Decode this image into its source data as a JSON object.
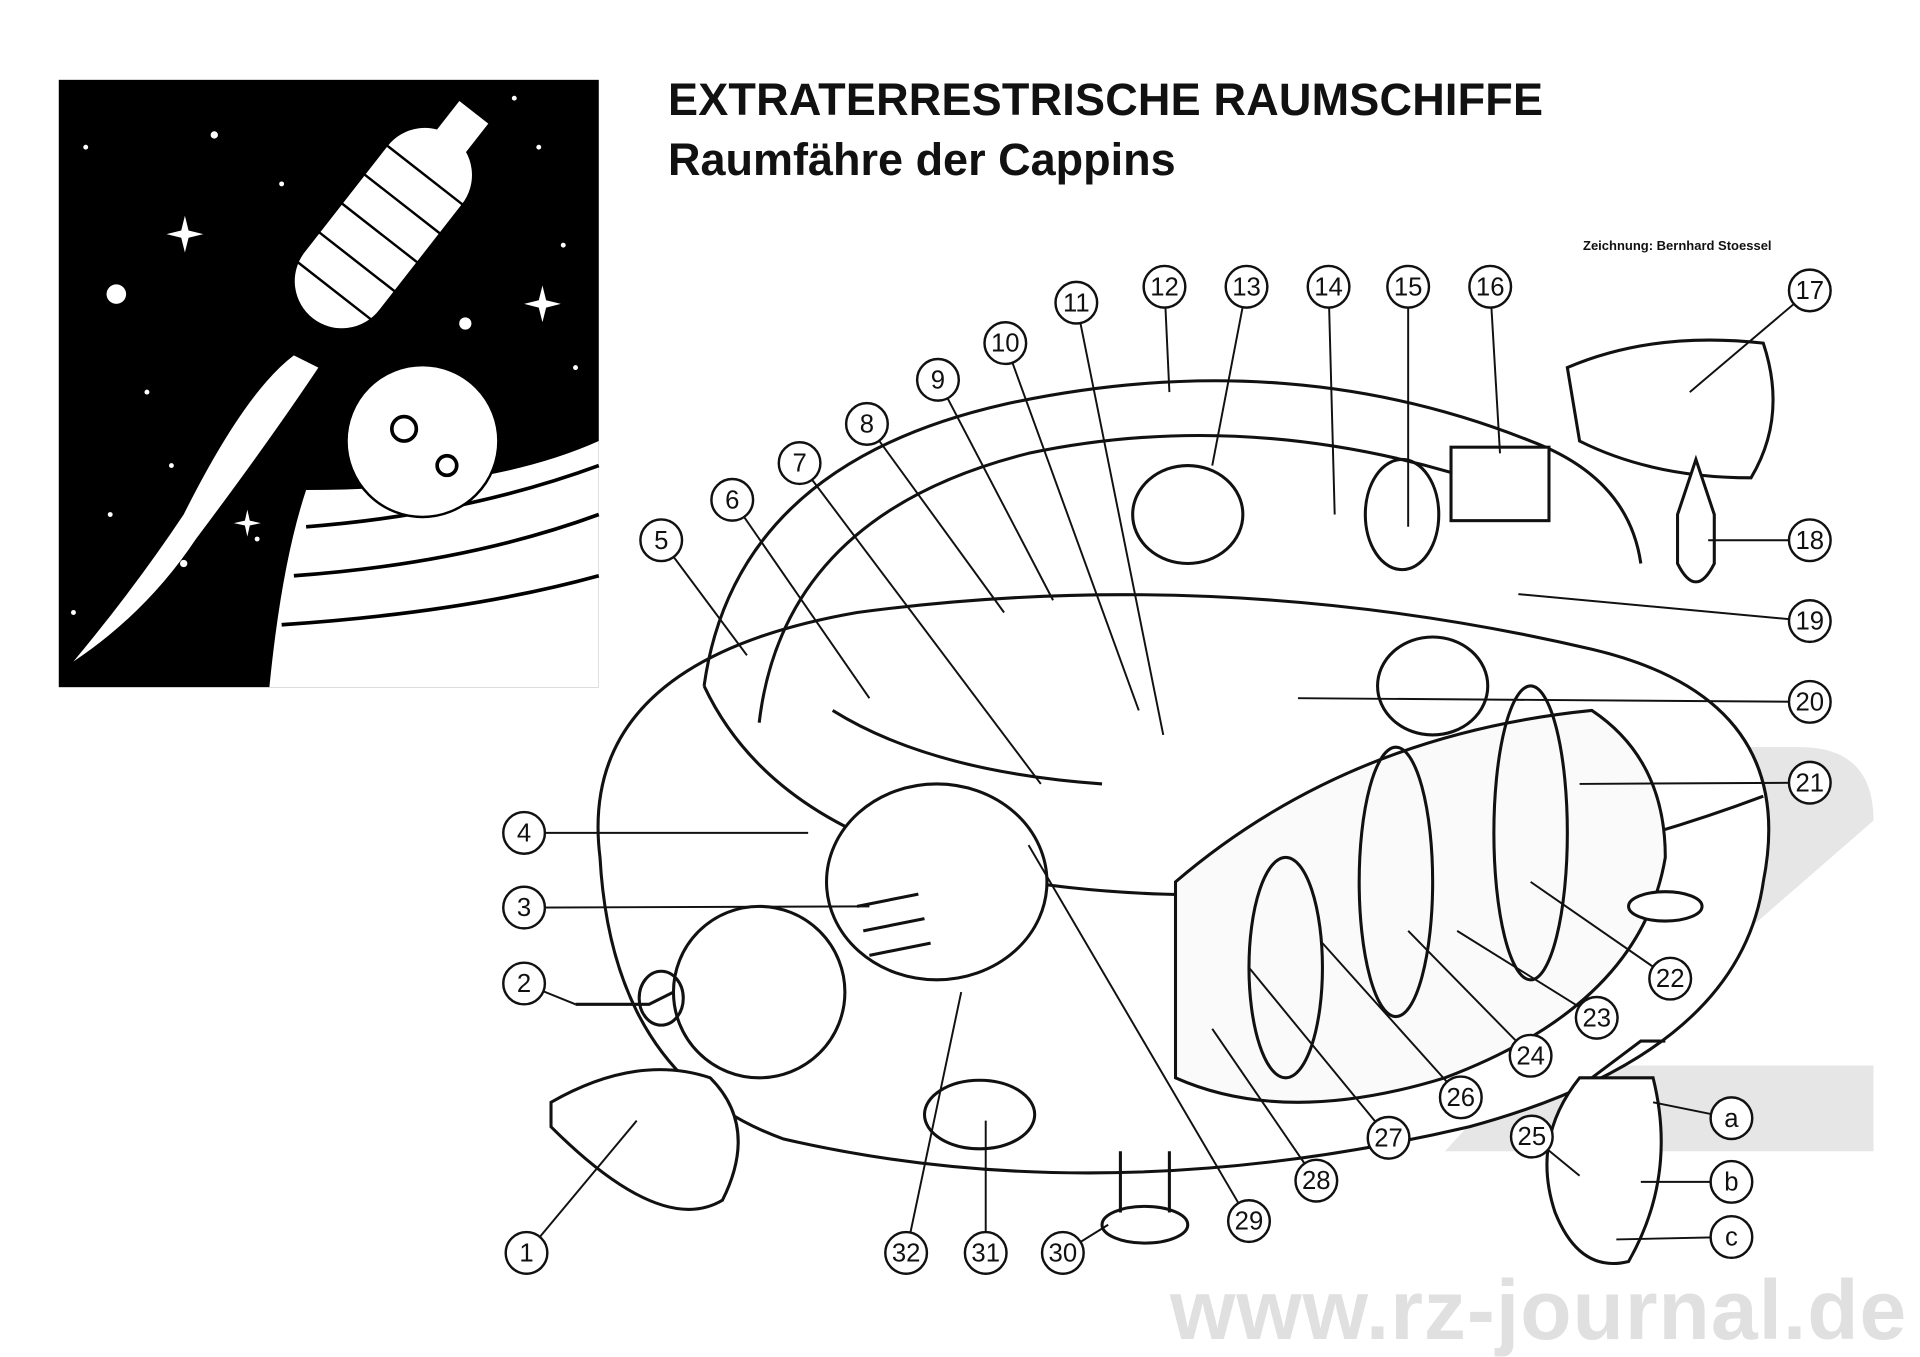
{
  "header": {
    "title": "EXTRATERRESTRISCHE RAUMSCHIFFE",
    "subtitle": "Raumfähre der Cappins",
    "credit": "Zeichnung: Bernhard Stoessel"
  },
  "watermark": "www.rz-journal.de",
  "callouts": [
    "1",
    "2",
    "3",
    "4",
    "5",
    "6",
    "7",
    "8",
    "9",
    "10",
    "11",
    "12",
    "13",
    "14",
    "15",
    "16",
    "17",
    "18",
    "19",
    "20",
    "21",
    "22",
    "23",
    "24",
    "25",
    "26",
    "27",
    "28",
    "29",
    "30",
    "31",
    "32",
    "a",
    "b",
    "c"
  ],
  "colors": {
    "ink": "#111111",
    "watermark": "#e0e0e0",
    "space": "#000000"
  }
}
